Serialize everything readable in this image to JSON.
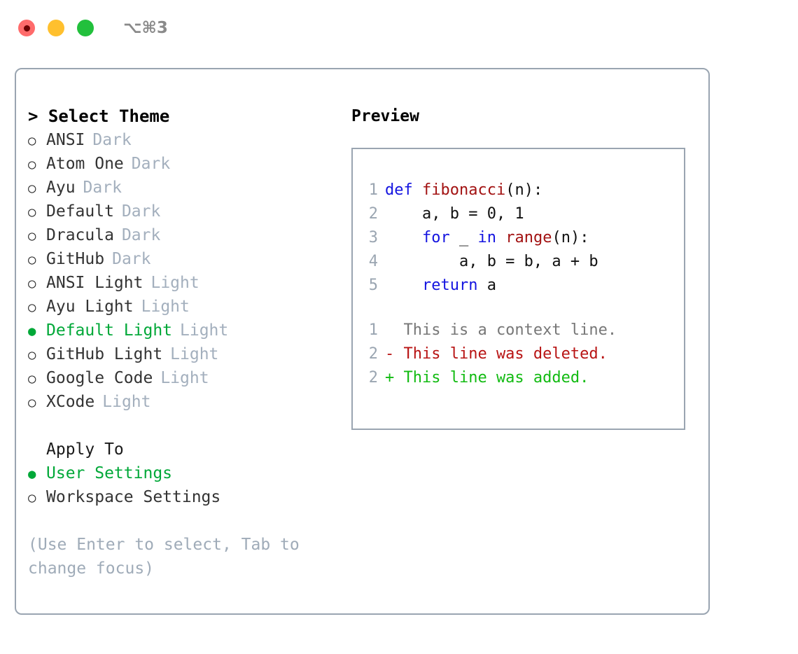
{
  "titlebar": {
    "shortcut": "⌥⌘3",
    "dots": [
      "close-red",
      "minimize-yellow",
      "maximize-green"
    ]
  },
  "left": {
    "title": "> Select Theme",
    "themes": [
      {
        "bullet": "○",
        "name": "ANSI",
        "tag": "Dark",
        "selected": false
      },
      {
        "bullet": "○",
        "name": "Atom One",
        "tag": "Dark",
        "selected": false
      },
      {
        "bullet": "○",
        "name": "Ayu",
        "tag": "Dark",
        "selected": false
      },
      {
        "bullet": "○",
        "name": "Default",
        "tag": "Dark",
        "selected": false
      },
      {
        "bullet": "○",
        "name": "Dracula",
        "tag": "Dark",
        "selected": false
      },
      {
        "bullet": "○",
        "name": "GitHub",
        "tag": "Dark",
        "selected": false
      },
      {
        "bullet": "○",
        "name": "ANSI Light",
        "tag": "Light",
        "selected": false
      },
      {
        "bullet": "○",
        "name": "Ayu Light",
        "tag": "Light",
        "selected": false
      },
      {
        "bullet": "●",
        "name": "Default Light",
        "tag": "Light",
        "selected": true
      },
      {
        "bullet": "○",
        "name": "GitHub Light",
        "tag": "Light",
        "selected": false
      },
      {
        "bullet": "○",
        "name": "Google Code",
        "tag": "Light",
        "selected": false
      },
      {
        "bullet": "○",
        "name": "XCode",
        "tag": "Light",
        "selected": false
      }
    ],
    "apply_to": {
      "heading": "Apply To",
      "options": [
        {
          "bullet": "●",
          "label": "User Settings",
          "selected": true
        },
        {
          "bullet": "○",
          "label": "Workspace Settings",
          "selected": false
        }
      ]
    },
    "hint": "(Use Enter to select, Tab to change focus)"
  },
  "right": {
    "title": "Preview",
    "code": [
      {
        "ln": "1",
        "tokens": [
          {
            "t": "def ",
            "c": "kw"
          },
          {
            "t": "fibonacci",
            "c": "fn"
          },
          {
            "t": "(n):",
            "c": "plain"
          }
        ]
      },
      {
        "ln": "2",
        "tokens": [
          {
            "t": "    a, b = 0, 1",
            "c": "plain"
          }
        ]
      },
      {
        "ln": "3",
        "tokens": [
          {
            "t": "    ",
            "c": "plain"
          },
          {
            "t": "for",
            "c": "kw"
          },
          {
            "t": " _ ",
            "c": "plain"
          },
          {
            "t": "in ",
            "c": "kw"
          },
          {
            "t": "range",
            "c": "fn"
          },
          {
            "t": "(n):",
            "c": "plain"
          }
        ]
      },
      {
        "ln": "4",
        "tokens": [
          {
            "t": "        a, b = b, a + b",
            "c": "plain"
          }
        ]
      },
      {
        "ln": "5",
        "tokens": [
          {
            "t": "    ",
            "c": "plain"
          },
          {
            "t": "return",
            "c": "kw"
          },
          {
            "t": " a",
            "c": "plain"
          }
        ]
      }
    ],
    "diff": [
      {
        "ln": "1",
        "marker": " ",
        "text": "  This is a context line.",
        "kind": "ctx"
      },
      {
        "ln": "2",
        "marker": "-",
        "text": "- This line was deleted.",
        "kind": "del"
      },
      {
        "ln": "2",
        "marker": "+",
        "text": "+ This line was added.",
        "kind": "add"
      }
    ]
  },
  "colors": {
    "accent_green": "#00a838",
    "border": "#9aa5b1",
    "muted": "#a3afbd",
    "keyword_blue": "#1414e0",
    "function_red": "#a21212",
    "diff_delete": "#b81414",
    "diff_add": "#12bb12",
    "dot_red": "#ff6b6b",
    "dot_yellow": "#ffc02e",
    "dot_green": "#22c03c"
  }
}
